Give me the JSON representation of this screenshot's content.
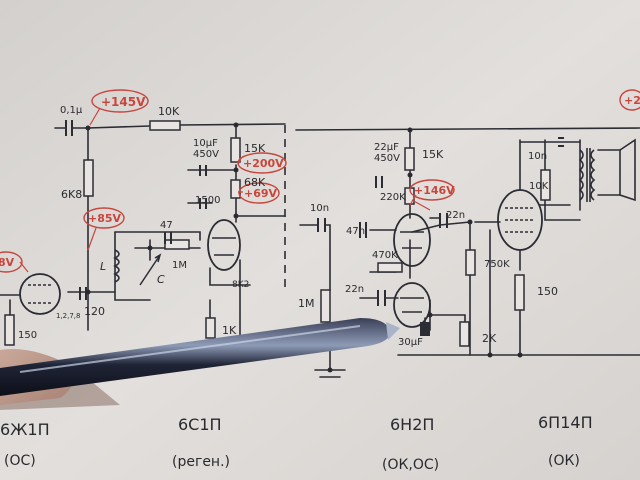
{
  "voltages": {
    "v1": "+145V",
    "v2": "+200V",
    "v3": "+69V",
    "v4": "+85V",
    "v5": "+146V",
    "v6": "8V",
    "v7": "+2"
  },
  "components": {
    "c_input": "0,1μ",
    "r_10k_top": "10K",
    "c_10uf": "10μF",
    "c_10uf_v": "450V",
    "r_15k_a": "15K",
    "r_68k": "68K",
    "c_1500": "1500",
    "c_10n": "10n",
    "c_22uf": "22μF",
    "c_22uf_v": "450V",
    "r_15k_b": "15K",
    "r_220k": "220K",
    "c_22n_a": "22n",
    "c_47n": "47n",
    "r_470k": "470K",
    "r_750k": "750K",
    "c_22n_b": "22n",
    "r_1m_pot": "1M",
    "c_30uf": "30μF",
    "r_2k": "2K",
    "c_10n_out": "10n",
    "r_10k_out": "10K",
    "r_150_out": "150",
    "r_6k8": "6K8",
    "c_120": "120",
    "r_150_left": "150",
    "c_47": "47",
    "r_1m_grid": "1M",
    "coil_l": "L",
    "cap_c": "C",
    "r_8k2": "8K2",
    "r_1k": "1K",
    "pin_labels": "1,2,7,8"
  },
  "tubes": {
    "t1_name": "6Ж1П",
    "t1_role": "(ОС)",
    "t2_name": "6С1П",
    "t2_role": "(реген.)",
    "t3_name": "6Н2П",
    "t3_role": "(ОК,ОС)",
    "t4_name": "6П14П",
    "t4_role": "(ОК)"
  }
}
